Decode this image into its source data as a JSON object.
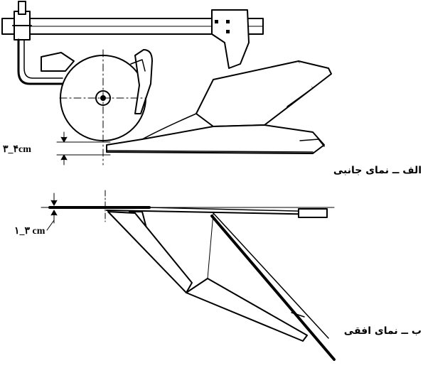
{
  "figure": {
    "side_view_label": "الف ــ نمای جانبی",
    "top_view_label": "ب ــ نمای افقی",
    "side_measure": "۳_۴cm",
    "top_measure": "۱_۳ cm"
  }
}
